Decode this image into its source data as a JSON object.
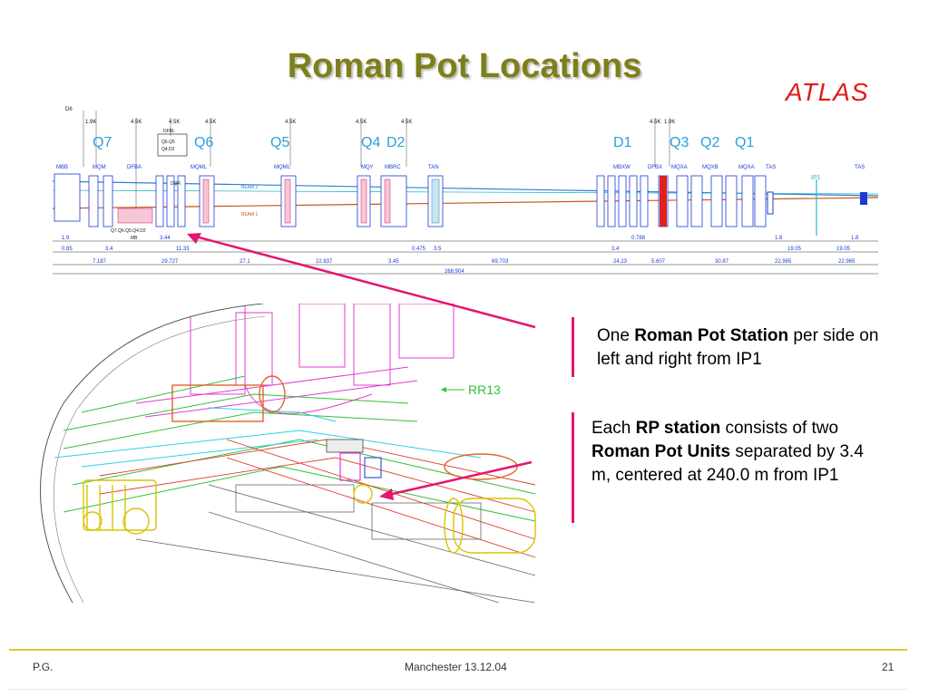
{
  "slide": {
    "title": "Roman Pot Locations",
    "logo_text": "ATLAS"
  },
  "beamline": {
    "top_labels": [
      "D6",
      "1.9K",
      "4.5K",
      "4.5K",
      "4.5K",
      "4.5K",
      "4.5K",
      "4.5K",
      "4.5K",
      "1.9K"
    ],
    "magnets": [
      "Q7",
      "Q6",
      "Q5",
      "Q4",
      "D2",
      "D1",
      "Q3",
      "Q2",
      "Q1"
    ],
    "dfbl_box": [
      "DFBL",
      "Q6.Q5",
      "Q4.D2"
    ],
    "components": [
      "MBB",
      "MQM",
      "DFBA",
      "MQML",
      "MQML",
      "MQY",
      "MBRC",
      "TAN",
      "MBXW",
      "DFBX",
      "MQXA",
      "MQXB",
      "MQXA",
      "TAS",
      "TAS"
    ],
    "small_labels": [
      "DQR",
      "Q7.Q6.Q5.Q4.D2",
      "MB",
      "BEAM 2",
      "BEAM 1",
      "IP1"
    ],
    "dims_row1": [
      "1.9",
      "3.44",
      "0.475",
      "3.5",
      "0.788",
      "1.8",
      "1.8"
    ],
    "dims_row2": [
      "0.85",
      "3.4",
      "11.33",
      "3.4",
      "19.05",
      "19.05"
    ],
    "dims_row3": [
      "7.187",
      "29.727",
      "27.1",
      "22.837",
      "3.45",
      "69.703",
      "24.23",
      "5.607",
      "30.87",
      "22.985",
      "22.965"
    ],
    "total": "268.904"
  },
  "tunnel": {
    "label": "RR13"
  },
  "notes": {
    "note1": {
      "pre": "One ",
      "bold": "Roman Pot Station",
      "post": " per side on left and right from IP1"
    },
    "note2": {
      "pre": "Each ",
      "bold1": "RP station",
      "mid": " consists of two ",
      "bold2": "Roman Pot Units",
      "post": " separated by 3.4 m, centered at 240.0 m from IP1"
    }
  },
  "footer": {
    "left": "P.G.",
    "center": "Manchester 13.12.04",
    "right": "21"
  }
}
